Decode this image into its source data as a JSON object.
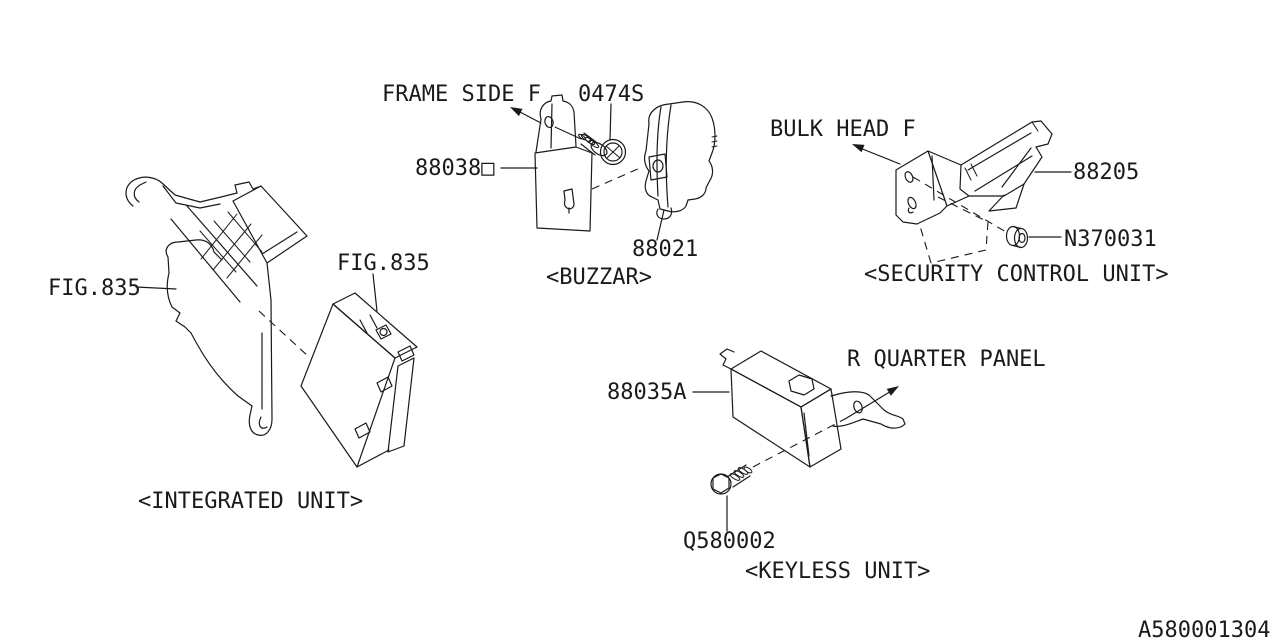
{
  "doc": {
    "background": "#ffffff",
    "line_color": "#1a1a1a",
    "diagram_id": "A580001304"
  },
  "sections": {
    "integrated_unit": {
      "caption": "<INTEGRATED UNIT>",
      "labels": {
        "fig_left": "FIG.835",
        "fig_right": "FIG.835"
      }
    },
    "buzzer": {
      "caption": "<BUZZAR>",
      "labels": {
        "frame_side_f": "FRAME SIDE F",
        "screw_0474s": "0474S",
        "bracket_88038": "88038□",
        "buzzer_88021": "88021"
      }
    },
    "security_control_unit": {
      "caption": "<SECURITY CONTROL UNIT>",
      "labels": {
        "bulk_head_f": "BULK HEAD F",
        "unit_88205": "88205",
        "nut_n370031": "N370031"
      }
    },
    "keyless_unit": {
      "caption": "<KEYLESS UNIT>",
      "labels": {
        "unit_88035a": "88035A",
        "r_quarter_panel": "R QUARTER PANEL",
        "bolt_q580002": "Q580002"
      }
    }
  }
}
